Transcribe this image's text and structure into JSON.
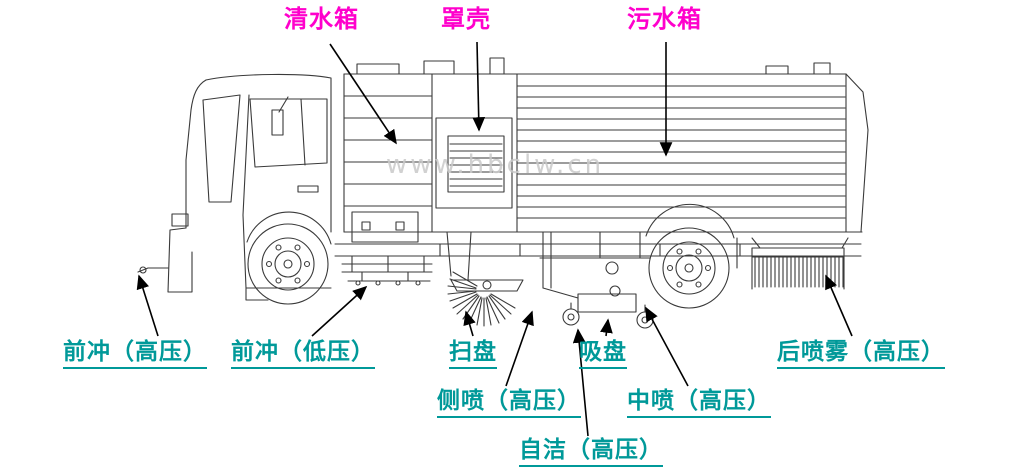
{
  "diagram": {
    "subject": "road sweeper truck labeled side-view line drawing"
  },
  "watermark": {
    "text": "www.hbclw.cn"
  },
  "colors": {
    "top_label": "#ff00cc",
    "bottom_label": "#009999",
    "line_art": "#3a3a3a",
    "arrow": "#000000",
    "watermark": "#c9c9c9"
  },
  "labels": {
    "top_row": [
      {
        "id": "clean-water-tank",
        "text": "清水箱"
      },
      {
        "id": "cover-shell",
        "text": "罩壳"
      },
      {
        "id": "sewage-tank",
        "text": "污水箱"
      }
    ],
    "bottom_row": [
      {
        "id": "front-flush-high",
        "text": "前冲（高压）"
      },
      {
        "id": "front-flush-low",
        "text": "前冲（低压）"
      },
      {
        "id": "sweep-disc",
        "text": "扫盘"
      },
      {
        "id": "suction-nozzle",
        "text": "吸盘"
      },
      {
        "id": "rear-spray-high",
        "text": "后喷雾（高压）"
      },
      {
        "id": "side-spray-high",
        "text": "侧喷（高压）"
      },
      {
        "id": "mid-spray-high",
        "text": "中喷（高压）"
      },
      {
        "id": "self-clean-high",
        "text": "自洁（高压）"
      }
    ]
  }
}
